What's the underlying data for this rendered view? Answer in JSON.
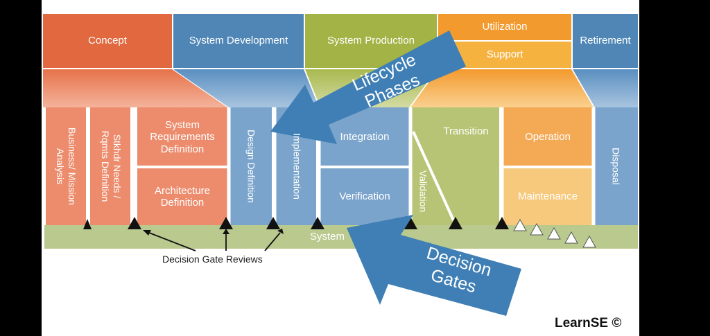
{
  "phases": {
    "concept": "Concept",
    "system_development": "System Development",
    "system_production": "System Production",
    "utilization": "Utilization",
    "support": "Support",
    "retirement": "Retirement"
  },
  "processes": {
    "business_mission": "Business/ Mission\nAnalysis",
    "stkhdr_needs": "Stkhdr Needs /\nRqmts Definition",
    "system_requirements": "System Requirements Definition",
    "architecture": "Architecture Definition",
    "design": "Design Definition",
    "implementation": "Implementation",
    "integration": "Integration",
    "verification": "Verification",
    "validation": "Validation",
    "transition": "Transition",
    "operation": "Operation",
    "maintenance": "Maintenance",
    "disposal": "Disposal"
  },
  "bottom_bar": "System",
  "decision_gate_reviews": "Decision Gate Reviews",
  "callouts": {
    "lifecycle": "Lifecycle\nPhases",
    "decision": "Decision\nGates"
  },
  "brand": "LearnSE ©",
  "colors": {
    "concept": "#e2683f",
    "development": "#4f86b6",
    "production": "#a3b345",
    "utilization": "#f39a2e",
    "support": "#f6b23e",
    "retirement": "#4f86b6",
    "callout": "#3f7fb5",
    "bar": "#bac98e"
  }
}
